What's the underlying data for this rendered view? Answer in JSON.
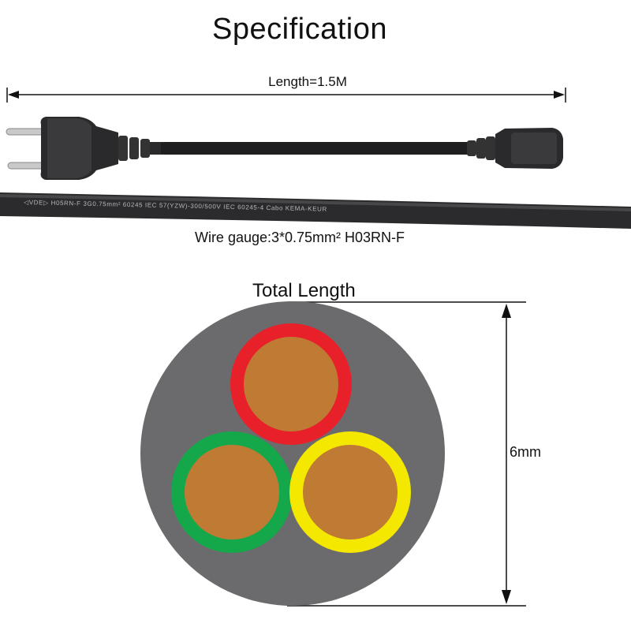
{
  "title": "Specification",
  "length_label": "Length=1.5M",
  "gauge_label": "Wire gauge:3*0.75mm²  H03RN-F",
  "cable_marking": "◁VDE▷   H05RN-F   3G0.75mm²   60245   IEC   57(YZW)-300/500V   IEC   60245-4   Cabo   KEMA-KEUR",
  "cross_section": {
    "label": "Total Length",
    "diameter_label": "6mm",
    "conductor_colors": {
      "sheath": "#6b6b6d",
      "copper": "#bf7b33",
      "live": "#e8202a",
      "earth": "#14a84a",
      "neutral": "#f4e800"
    }
  },
  "icons": {
    "plug": "schuko-plug-icon",
    "connector": "iec-c13-connector-icon"
  }
}
